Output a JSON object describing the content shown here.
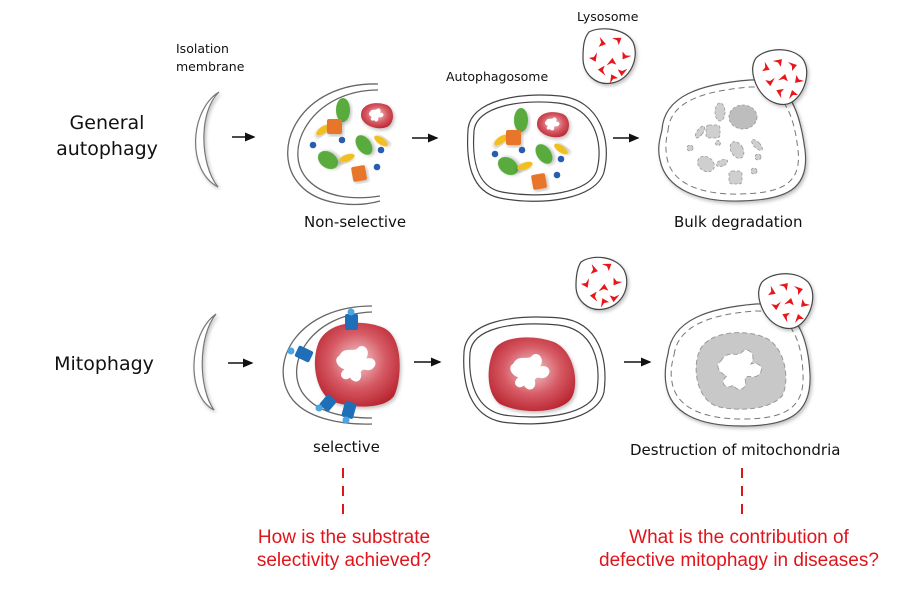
{
  "rows": [
    {
      "title_line1": "General",
      "title_line2": "autophagy",
      "labels": {
        "isolation_line1": "Isolation",
        "isolation_line2": "membrane",
        "autophagosome": "Autophagosome",
        "lysosome": "Lysosome",
        "step_label": "Non-selective",
        "end_label": "Bulk degradation"
      }
    },
    {
      "title": "Mitophagy",
      "labels": {
        "step_label": "selective",
        "end_label": "Destruction of mitochondria"
      }
    }
  ],
  "questions": [
    {
      "line1": "How is the substrate",
      "line2": "selectivity achieved?"
    },
    {
      "line1": "What is the contribution of",
      "line2": "defective mitophagy in diseases?"
    }
  ],
  "colors": {
    "question_red": "#e0141b",
    "mitochondrion_red": "#c8343f",
    "lysosome_enzyme_red": "#e8141b",
    "receptor_blue": "#1f6fb8",
    "cargo_green": "#5aab3c",
    "cargo_orange": "#e8762a",
    "cargo_yellow": "#f0c020",
    "cargo_blue": "#2a5db0",
    "degraded_gray": "#c8c8c8"
  }
}
